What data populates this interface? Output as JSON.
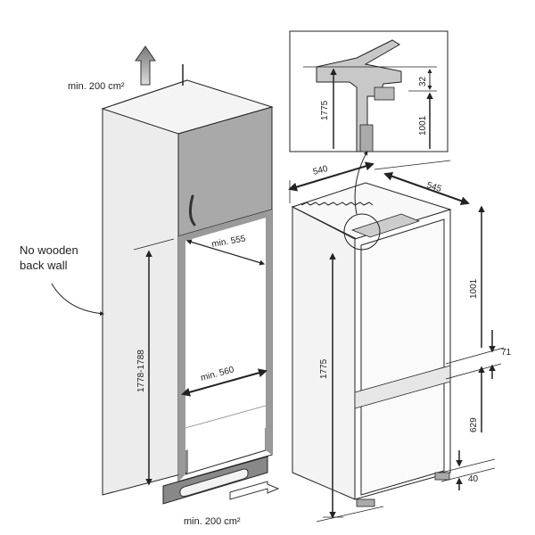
{
  "labels": {
    "vent_top": "min. 200 cm²",
    "vent_bottom": "min. 200 cm²",
    "no_back_wall_line1": "No wooden",
    "no_back_wall_line2": "back wall",
    "min_555": "min. 555",
    "min_560": "min. 560",
    "niche_height": "1778-1788",
    "width_540": "540",
    "depth_545": "545",
    "total_height": "1775",
    "upper_door": "1001",
    "gap_71": "71",
    "lower_door": "629",
    "bottom_40": "40",
    "detail_1775": "1775",
    "detail_1001": "1001",
    "detail_32": "32"
  },
  "colors": {
    "line": "#222222",
    "cabinet_face": "#a9a9a9",
    "cabinet_side": "#e9e9e9",
    "fridge_body": "#f5f5f5"
  }
}
